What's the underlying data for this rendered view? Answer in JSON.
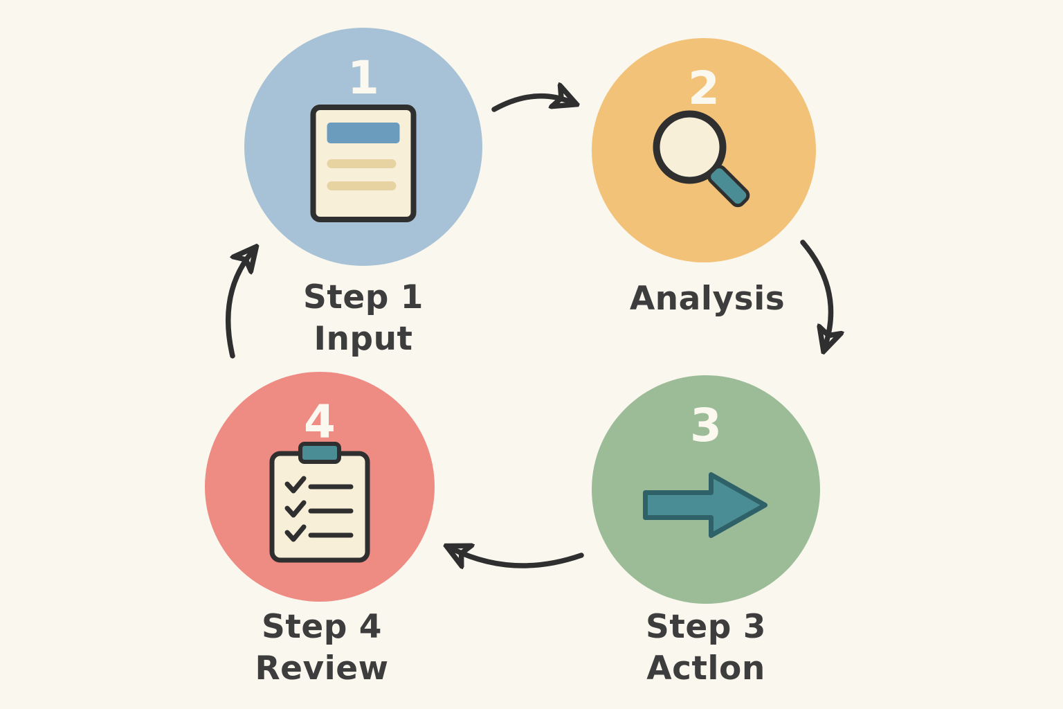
{
  "colors": {
    "bg": "#faf7ee",
    "ink": "#2f2f2f",
    "label": "#3d3d3d",
    "number": "#fbf8f0",
    "step1": "#a7c2d6",
    "step2": "#f3c279",
    "step3": "#9cbc97",
    "step4": "#ee8b83",
    "cream": "#f8efd9",
    "teal": "#4b8d94",
    "teal-dark": "#2e6168",
    "doc-bar": "#6c9cbd",
    "doc-line": "#e7d3a2"
  },
  "diagram_type": "four-step cycle",
  "steps": [
    {
      "number": "1",
      "labels": [
        "Step 1",
        "Input"
      ],
      "icon": "document-icon"
    },
    {
      "number": "2",
      "labels": [
        "Analysis"
      ],
      "icon": "magnifier-icon"
    },
    {
      "number": "3",
      "labels": [
        "Step 3",
        "Actlon"
      ],
      "icon": "arrow-icon"
    },
    {
      "number": "4",
      "labels": [
        "Step 4",
        "Review"
      ],
      "icon": "clipboard-icon"
    }
  ],
  "arrows": [
    "step1-to-step2",
    "step2-to-step3",
    "step3-to-step4",
    "step4-to-step1"
  ]
}
